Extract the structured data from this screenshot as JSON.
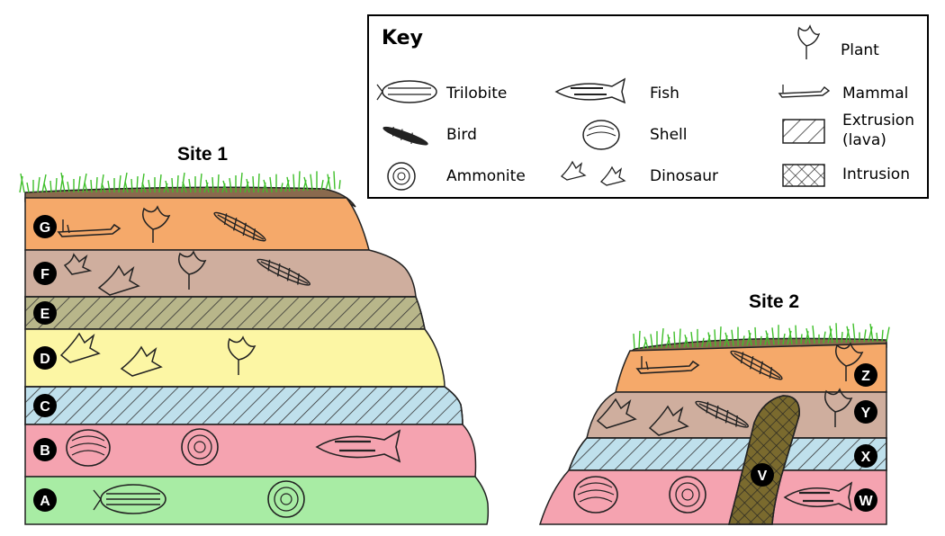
{
  "key": {
    "title": "Key",
    "items": [
      {
        "label": "Trilobite",
        "icon": "trilobite-icon"
      },
      {
        "label": "Fish",
        "icon": "fish-icon"
      },
      {
        "label": "Plant",
        "icon": "plant-icon"
      },
      {
        "label": "Mammal",
        "icon": "mammal-icon"
      },
      {
        "label": "Bird",
        "icon": "bird-icon"
      },
      {
        "label": "Shell",
        "icon": "shell-icon"
      },
      {
        "label": "Extrusion",
        "sublabel": "(lava)",
        "icon": "extrusion-swatch"
      },
      {
        "label": "Ammonite",
        "icon": "ammonite-icon"
      },
      {
        "label": "Dinosaur",
        "icon": "dinosaur-icon"
      },
      {
        "label": "Intrusion",
        "icon": "intrusion-swatch"
      }
    ]
  },
  "site1": {
    "title": "Site 1",
    "layers": [
      {
        "letter": "G",
        "color": "#f5a96a",
        "fossils": [
          "mammal",
          "plant",
          "bird"
        ]
      },
      {
        "letter": "F",
        "color": "#cfae9e",
        "fossils": [
          "dinosaur",
          "dinosaur",
          "plant",
          "bird"
        ]
      },
      {
        "letter": "E",
        "color": "#b8b68a",
        "fossils": [],
        "pattern": "extrusion"
      },
      {
        "letter": "D",
        "color": "#fcf6a4",
        "fossils": [
          "dinosaur",
          "dinosaur",
          "plant"
        ]
      },
      {
        "letter": "C",
        "color": "#bfe0ec",
        "fossils": [],
        "pattern": "extrusion"
      },
      {
        "letter": "B",
        "color": "#f5a3b0",
        "fossils": [
          "shell",
          "ammonite",
          "fish"
        ]
      },
      {
        "letter": "A",
        "color": "#a8eca4",
        "fossils": [
          "trilobite",
          "ammonite"
        ]
      }
    ]
  },
  "site2": {
    "title": "Site 2",
    "layers": [
      {
        "letter": "Z",
        "color": "#f5a96a",
        "fossils": [
          "mammal",
          "bird",
          "plant"
        ]
      },
      {
        "letter": "Y",
        "color": "#cfae9e",
        "fossils": [
          "dinosaur",
          "dinosaur",
          "bird",
          "plant"
        ]
      },
      {
        "letter": "X",
        "color": "#bfe0ec",
        "fossils": [],
        "pattern": "extrusion"
      },
      {
        "letter": "W",
        "color": "#f5a3b0",
        "fossils": [
          "shell",
          "ammonite",
          "fish"
        ]
      }
    ],
    "intrusion": {
      "letter": "V",
      "color": "#7a6a2e"
    }
  },
  "colors": {
    "grass": "#3fbf2a",
    "soil": "#8a6a4e",
    "outline": "#222222"
  }
}
